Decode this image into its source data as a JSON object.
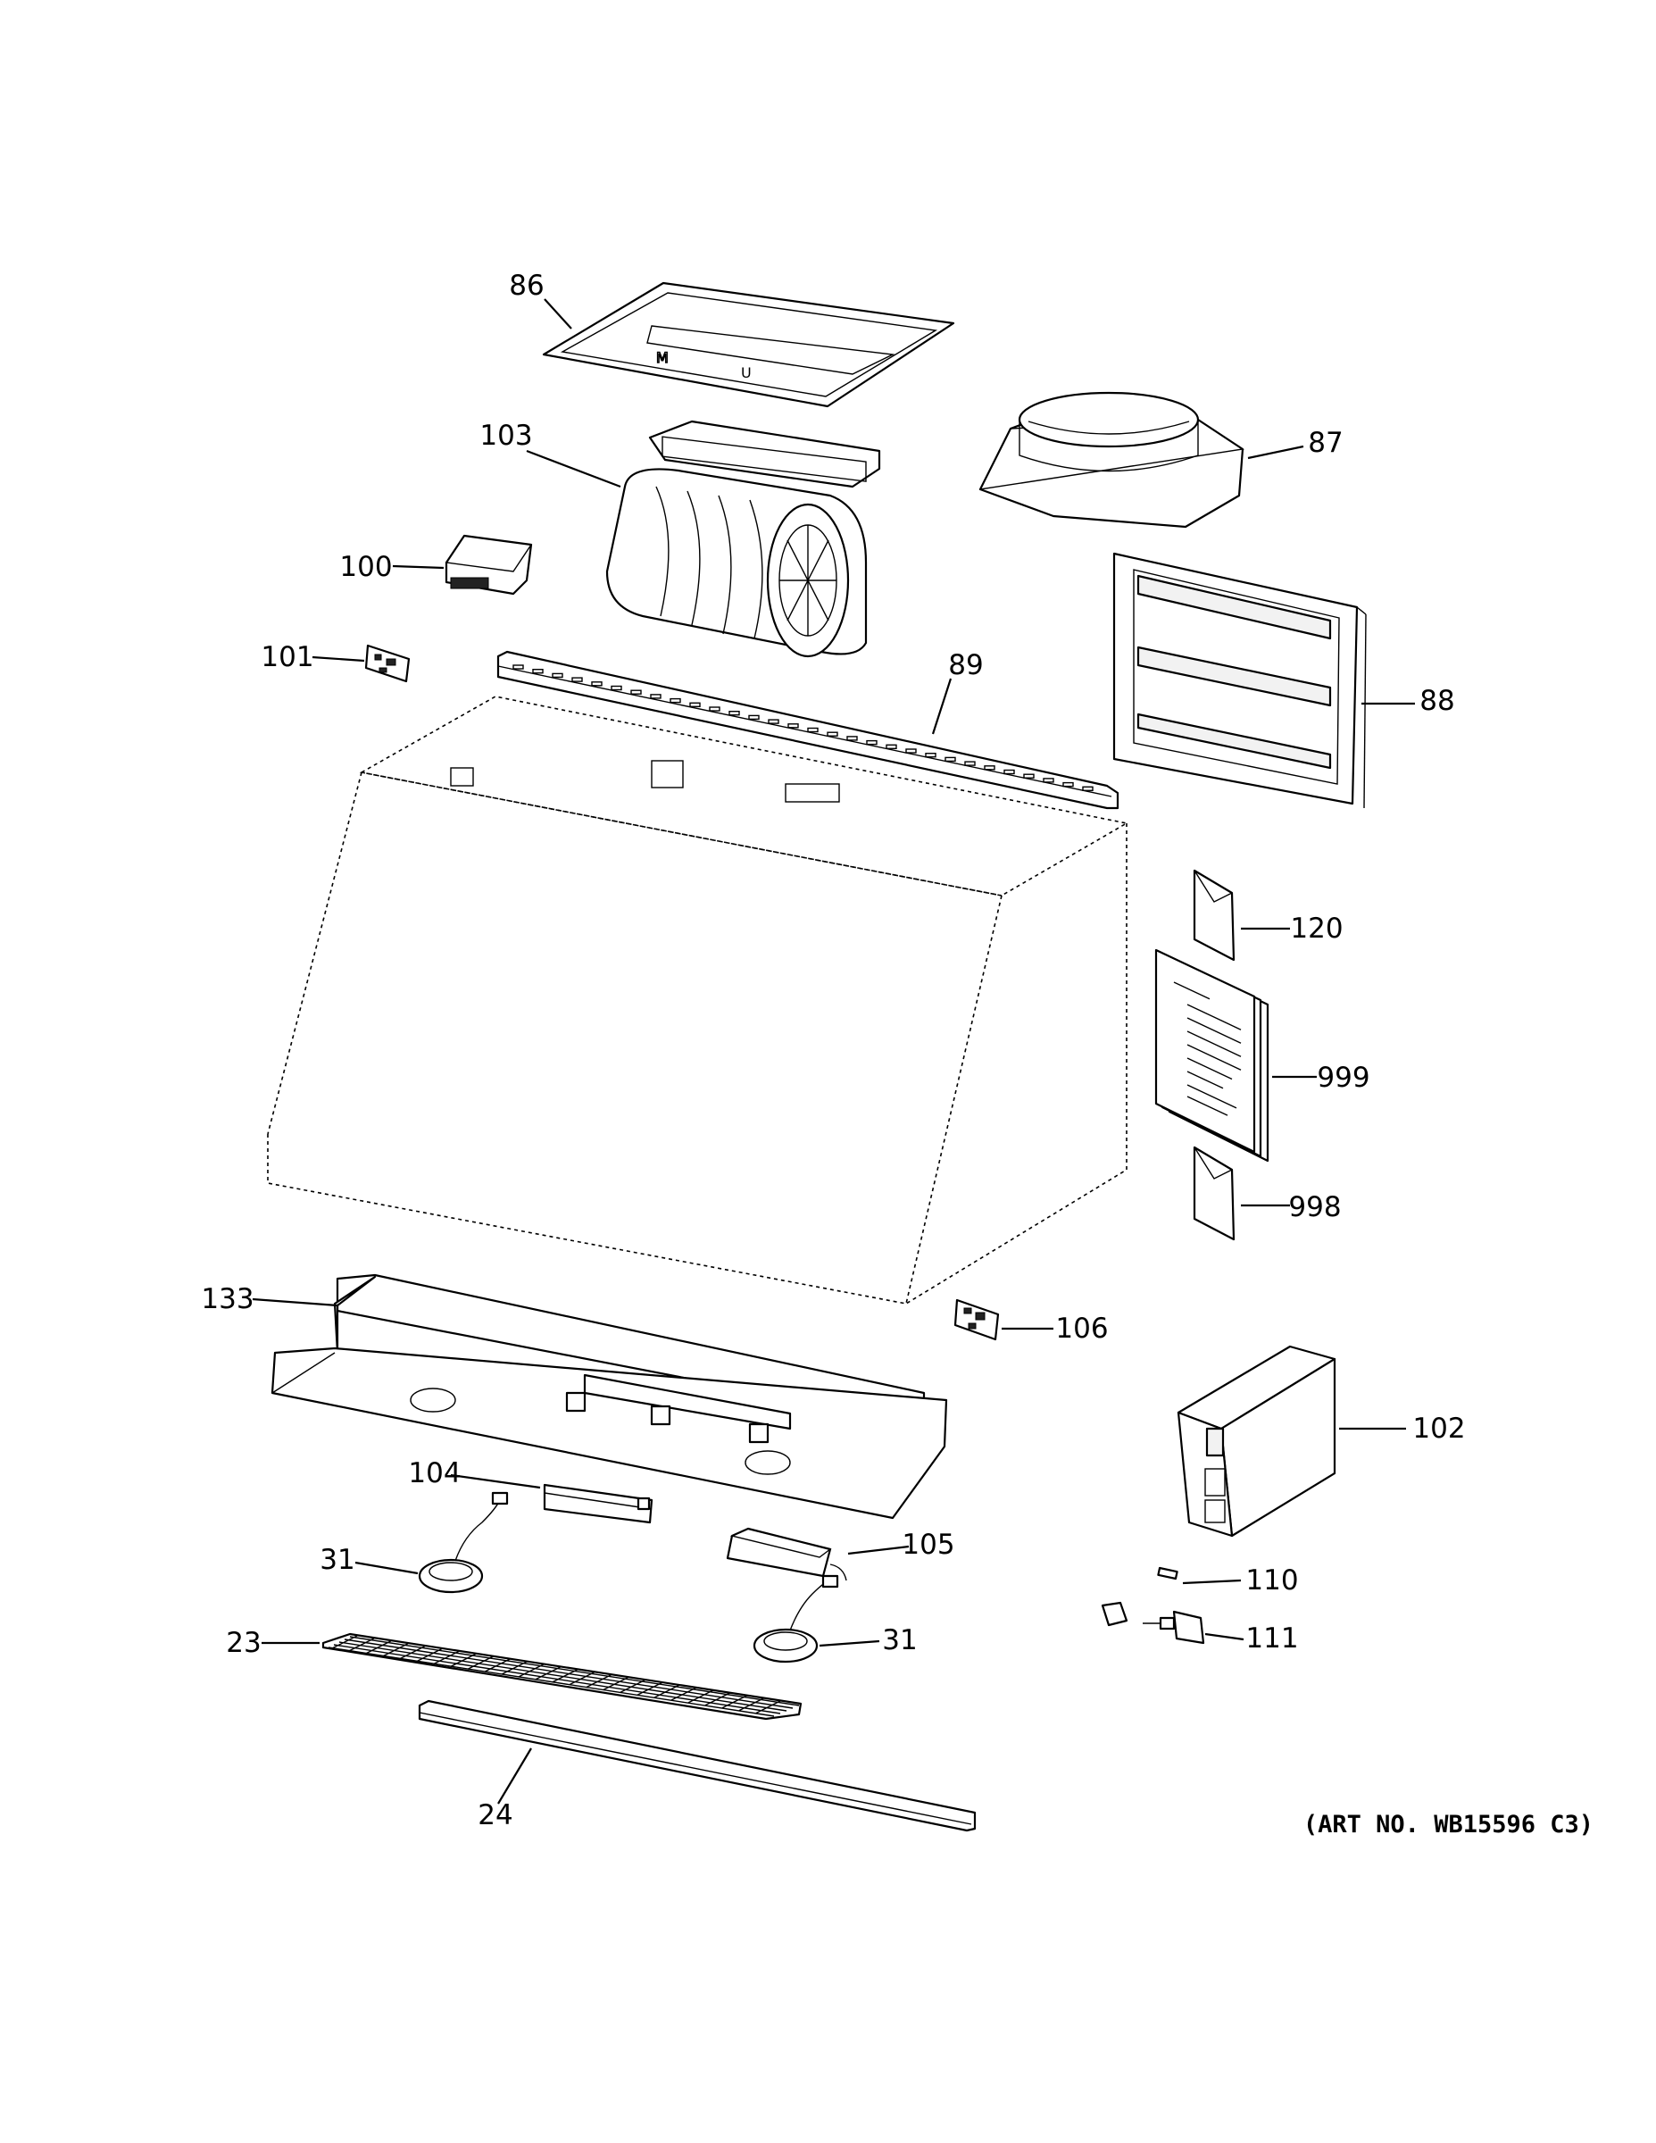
{
  "callouts": {
    "c86": "86",
    "c87": "87",
    "c103": "103",
    "c100": "100",
    "c101": "101",
    "c89": "89",
    "c88": "88",
    "c120": "120",
    "c999": "999",
    "c998": "998",
    "c133": "133",
    "c106": "106",
    "c102": "102",
    "c104": "104",
    "c105": "105",
    "c31a": "31",
    "c31b": "31",
    "c110": "110",
    "c111": "111",
    "c23": "23",
    "c24": "24"
  },
  "art_number": "(ART NO. WB15596 C3)"
}
